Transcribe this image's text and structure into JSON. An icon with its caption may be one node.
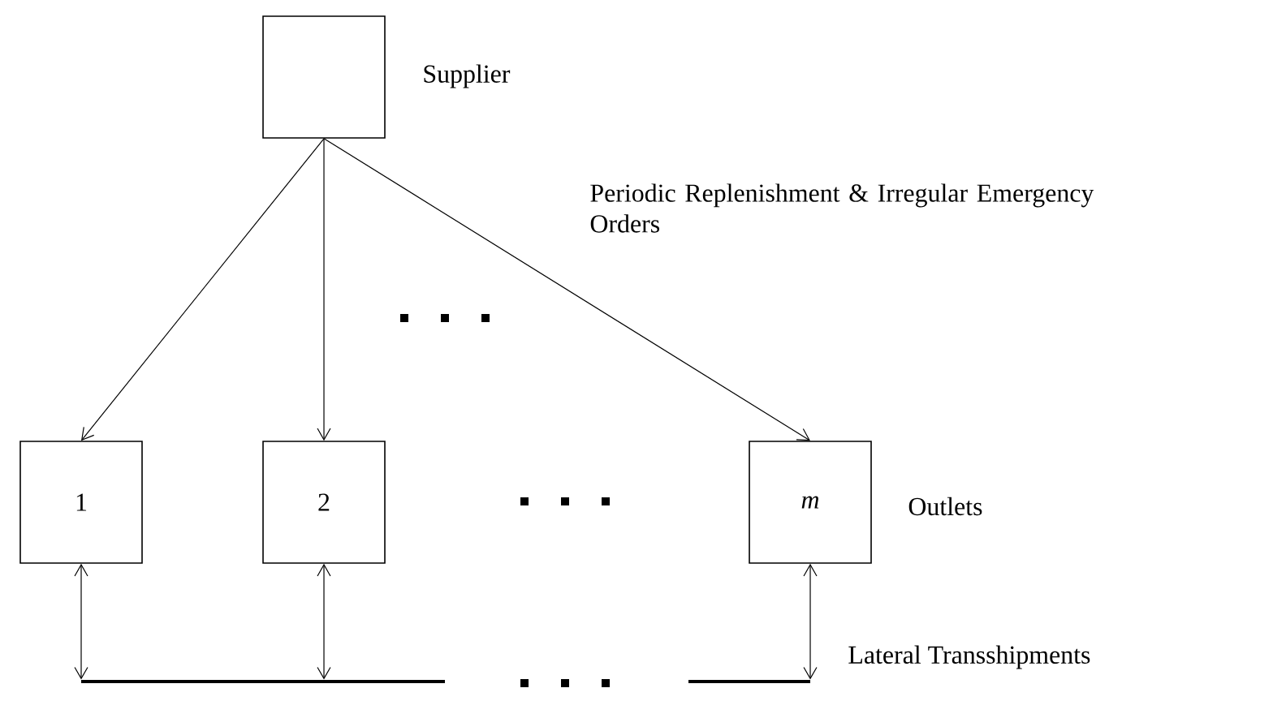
{
  "diagram": {
    "nodes": [
      {
        "text": [],
        "shape": "box",
        "beside": [
          "Supplier"
        ]
      },
      {
        "text": [
          "1"
        ]
      },
      {
        "text": [
          "2"
        ]
      },
      {
        "text": [
          "m"
        ],
        "beside": [
          "Outlets"
        ]
      },
      {
        "text": [],
        "shape": "bar",
        "beside": [
          "Lateral Transshipments"
        ]
      }
    ],
    "edges": [
      {
        "from": 0,
        "to": 1,
        "arrow": "to"
      },
      {
        "from": 0,
        "to": 2,
        "arrow": "to"
      },
      {
        "from": 0,
        "to": 3,
        "arrow": "to",
        "label": "Periodic Replenishment & Irregular Emergency Orders"
      },
      {
        "from": 1,
        "to": 4,
        "arrow": "both"
      },
      {
        "from": 2,
        "to": 4,
        "arrow": "both"
      },
      {
        "from": 3,
        "to": 4,
        "arrow": "both"
      }
    ]
  }
}
